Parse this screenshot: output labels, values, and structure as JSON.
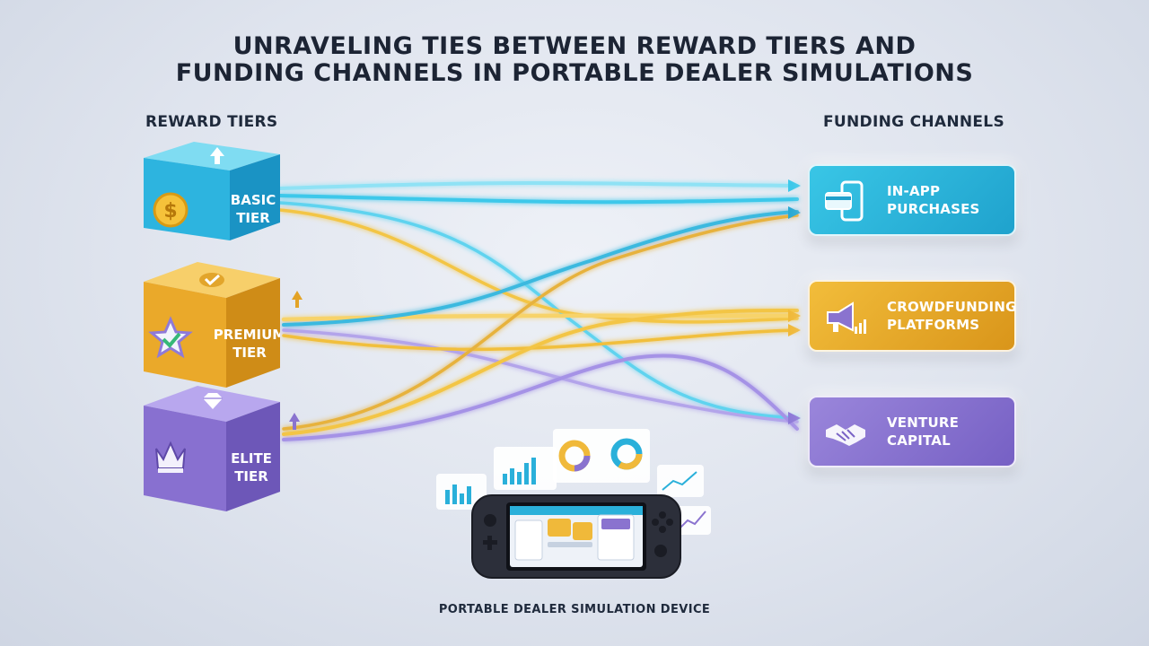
{
  "title": {
    "line1": "UNRAVELING TIES BETWEEN REWARD TIERS AND",
    "line2": "FUNDING CHANNELS IN PORTABLE DEALER SIMULATIONS"
  },
  "left_column": {
    "label": "REWARD TIERS",
    "tiers": [
      {
        "line1": "BASIC",
        "line2": "TIER",
        "icon": "dollar-coin-icon",
        "top_icon": "up-arrow-icon",
        "color": "#2fb6df"
      },
      {
        "line1": "PREMIUM",
        "line2": "TIER",
        "icon": "star-check-icon",
        "top_icon": "checkmark-icon",
        "color": "#e9a928"
      },
      {
        "line1": "ELITE",
        "line2": "TIER",
        "icon": "crown-icon",
        "top_icon": "diamond-icon",
        "color": "#8a73cf"
      }
    ]
  },
  "right_column": {
    "label": "FUNDING CHANNELS",
    "channels": [
      {
        "line1": "IN-APP",
        "line2": "PURCHASES",
        "icon": "phone-card-icon",
        "color": "#2cb3da"
      },
      {
        "line1": "CROWDFUNDING",
        "line2": "PLATFORMS",
        "icon": "megaphone-icon",
        "color": "#e4a427"
      },
      {
        "line1": "VENTURE",
        "line2": "CAPITAL",
        "icon": "handshake-icon",
        "color": "#8670d0"
      }
    ]
  },
  "device": {
    "label": "PORTABLE DEALER SIMULATION DEVICE",
    "icon": "handheld-console-icon"
  },
  "colors": {
    "blue": "#3cc8ea",
    "gold": "#f3c545",
    "purple": "#a592e6"
  }
}
